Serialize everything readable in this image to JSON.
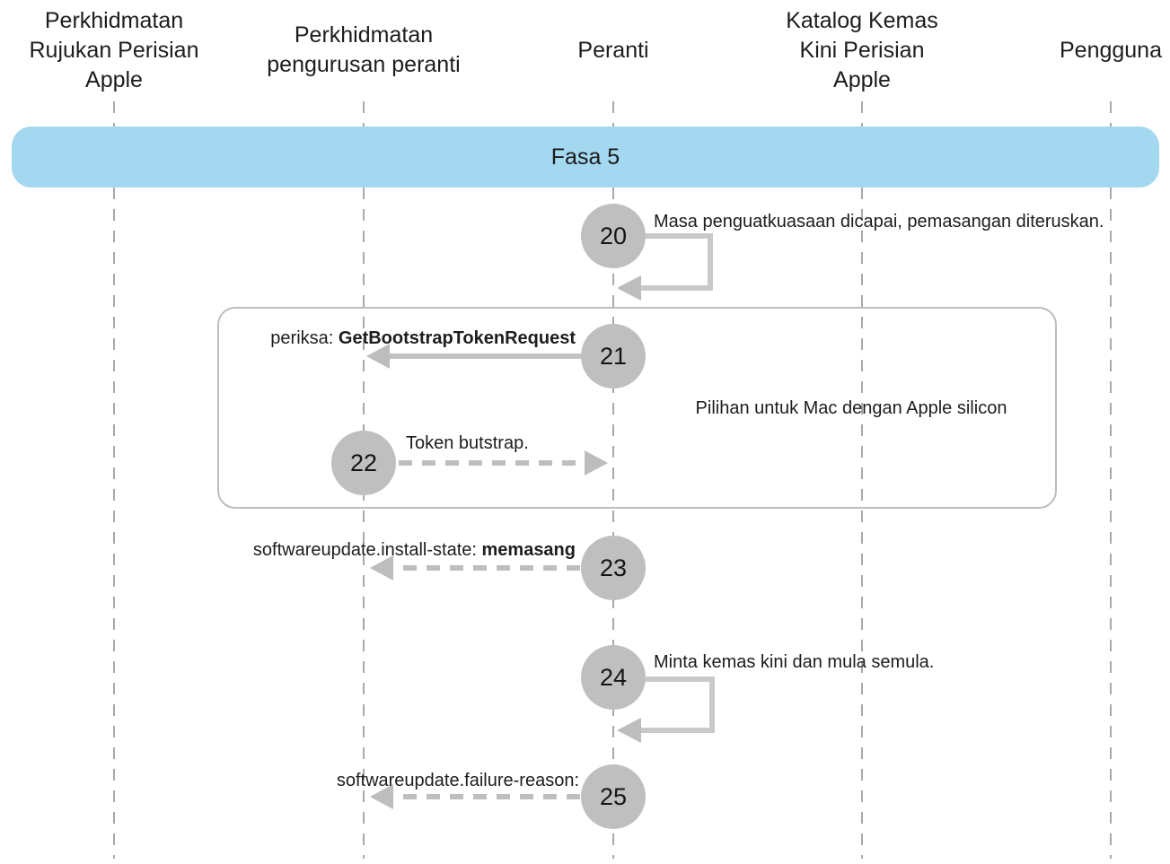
{
  "phase": {
    "label": "Fasa 5"
  },
  "actors": [
    {
      "name": "Perkhidmatan Rujukan Perisian Apple",
      "lines": [
        "Perkhidmatan",
        "Rujukan Perisian",
        "Apple"
      ]
    },
    {
      "name": "Perkhidmatan pengurusan peranti",
      "lines": [
        "Perkhidmatan",
        "pengurusan peranti"
      ]
    },
    {
      "name": "Peranti",
      "lines": [
        "Peranti"
      ]
    },
    {
      "name": "Katalog Kemas Kini Perisian Apple",
      "lines": [
        "Katalog Kemas",
        "Kini Perisian",
        "Apple"
      ]
    },
    {
      "name": "Pengguna",
      "lines": [
        "Pengguna"
      ]
    }
  ],
  "group": {
    "note": "Pilihan untuk Mac dengan Apple silicon"
  },
  "steps": [
    {
      "number": "20",
      "text": "Masa penguatkuasaan dicapai, pemasangan diteruskan.",
      "arrow": "self-loop"
    },
    {
      "number": "21",
      "text_prefix": "periksa: ",
      "text_value": "GetBootstrapTokenRequest",
      "arrow": "solid-left"
    },
    {
      "number": "22",
      "text": "Token butstrap.",
      "arrow": "dashed-right"
    },
    {
      "number": "23",
      "text_prefix": "softwareupdate.install-state: ",
      "text_value": "memasang",
      "arrow": "dashed-left"
    },
    {
      "number": "24",
      "text": "Minta kemas kini dan mula semula.",
      "arrow": "self-loop"
    },
    {
      "number": "25",
      "text_prefix": "softwareupdate.failure-reason:",
      "text_value": "",
      "arrow": "dashed-left"
    }
  ],
  "colors": {
    "banner_bg": "#A4D8F0",
    "circle_fill": "#BFBFBF",
    "arrow_solid": "#C3C3C3",
    "arrow_dashed": "#BEBEBE",
    "arrowhead": "#BDBDBD",
    "lifeline": "#A9A9A9",
    "group_border": "#BDBDBD",
    "text": "#1d1d1f"
  }
}
